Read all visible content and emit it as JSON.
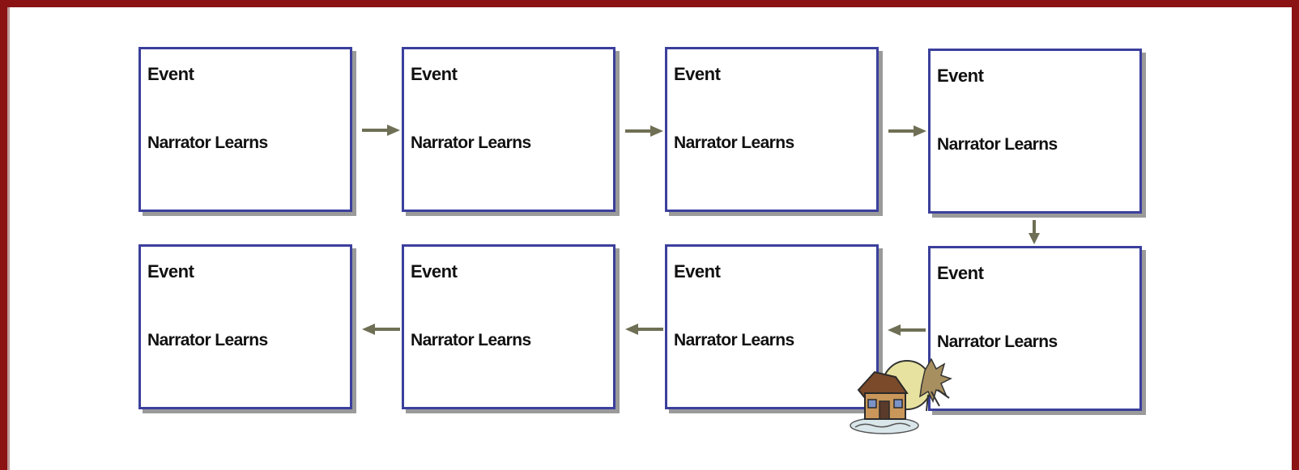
{
  "diagram": {
    "boxes": [
      {
        "event_label": "Event",
        "learns_label": "Narrator Learns"
      },
      {
        "event_label": "Event",
        "learns_label": "Narrator Learns"
      },
      {
        "event_label": "Event",
        "learns_label": "Narrator Learns"
      },
      {
        "event_label": "Event",
        "learns_label": "Narrator Learns"
      },
      {
        "event_label": "Event",
        "learns_label": "Narrator Learns"
      },
      {
        "event_label": "Event",
        "learns_label": "Narrator Learns"
      },
      {
        "event_label": "Event",
        "learns_label": "Narrator Learns"
      },
      {
        "event_label": "Event",
        "learns_label": "Narrator Learns"
      }
    ],
    "colors": {
      "frame": "#8b1313",
      "box_border": "#3b3f9c",
      "arrow": "#6f6f55",
      "shadow": "#9a9a9a"
    },
    "decoration_icon": "house-moon-clipart-icon"
  }
}
